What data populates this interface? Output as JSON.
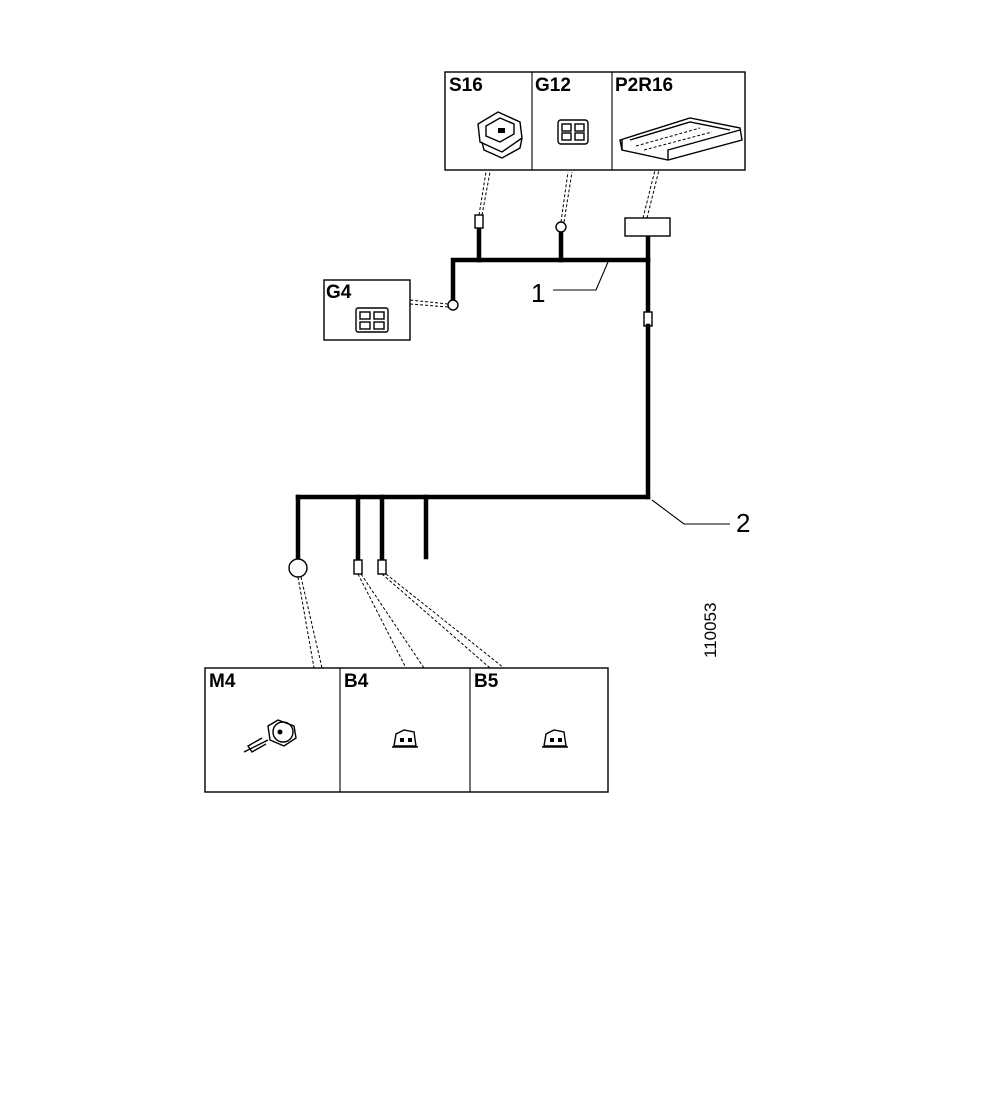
{
  "components": {
    "s16": "S16",
    "g12": "G12",
    "p2r16": "P2R16",
    "g4": "G4",
    "m4": "M4",
    "b4": "B4",
    "b5": "B5"
  },
  "callouts": {
    "harness_1": "1",
    "harness_2": "2"
  },
  "drawing_number": "110053"
}
